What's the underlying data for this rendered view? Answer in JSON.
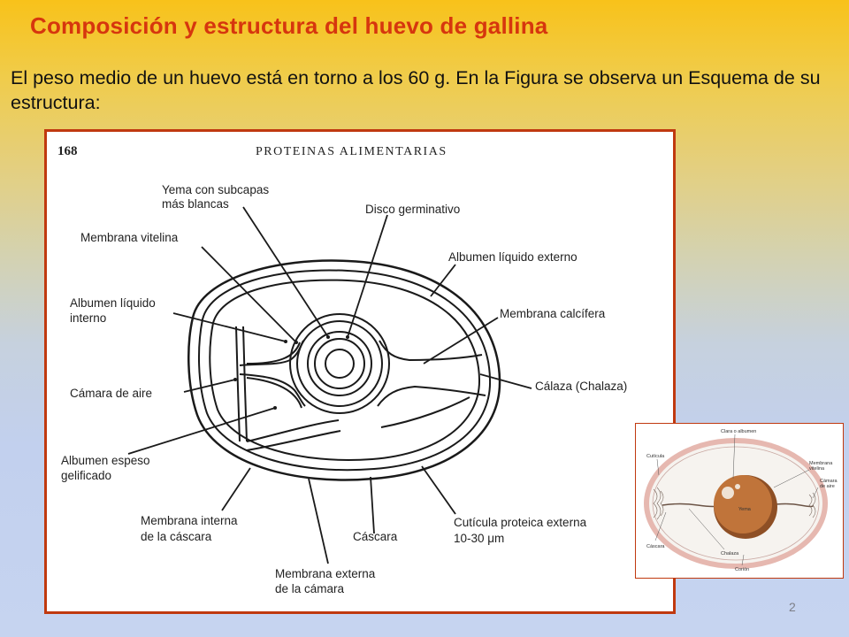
{
  "slide": {
    "title": "Composición y estructura del huevo de gallina",
    "intro": "El peso medio de un huevo está en torno a los 60 g. En la Figura se observa un Esquema de su estructura:",
    "page_number": "2"
  },
  "figure": {
    "page_header_number": "168",
    "page_header_title": "PROTEINAS ALIMENTARIAS",
    "labels": {
      "yema_line1": "Yema con subcapas",
      "yema_line2": "más blancas",
      "disco": "Disco germinativo",
      "membrana_vitelina": "Membrana vitelina",
      "albumen_externo": "Albumen líquido externo",
      "albumen_interno_line1": "Albumen líquido",
      "albumen_interno_line2": "interno",
      "membrana_calcifera": "Membrana calcífera",
      "camara_aire": "Cámara de aire",
      "calaza": "Cálaza (Chalaza)",
      "albumen_espeso_line1": "Albumen espeso",
      "albumen_espeso_line2": "gelificado",
      "membrana_interna_line1": "Membrana interna",
      "membrana_interna_line2": "de la cáscara",
      "cascara": "Cáscara",
      "cuticula_line1": "Cutícula proteica externa",
      "cuticula_line2": "10-30 μm",
      "membrana_externa_line1": "Membrana externa",
      "membrana_externa_line2": "de la cámara"
    }
  },
  "inset": {
    "labels": {
      "clara": "Clara o albumen",
      "cuticula": "Cutícula",
      "membrana_vitelina_1": "Membrana",
      "membrana_vitelina_2": "vitelina",
      "camara_1": "Cámara",
      "camara_2": "de aire",
      "yema": "Yema",
      "cascara": "Cáscara",
      "chalaza": "Chalaza",
      "corion": "Corión"
    },
    "colors": {
      "yolk": "#c0743a",
      "yolk_shadow": "#8e4f25",
      "shell": "#e6b8b0",
      "white": "#f6f3ef"
    }
  }
}
